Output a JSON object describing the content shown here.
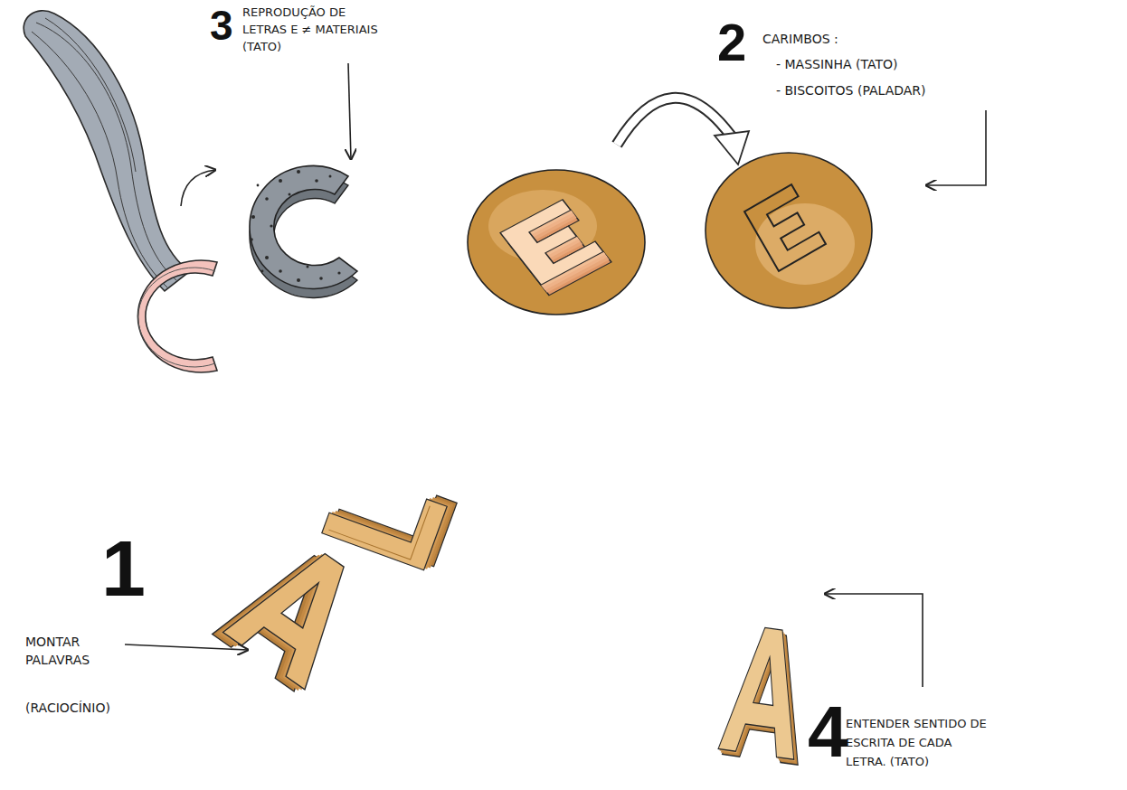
{
  "diagram": {
    "labels": [
      "3",
      "REPRODUÇÃO DE LETRAS E ≠ MATERIAIS (TATO)",
      "2",
      "CARIMBOS :",
      "- MASSINHA (TATO)",
      "- BISCOITOS (PALADAR)",
      "1",
      "MONTAR PALAVRAS",
      "(RACIOCÍNIO)",
      "4",
      "ENTENDER SENTIDO DE ESCRITA DE CADA LETRA. (TATO)"
    ]
  }
}
